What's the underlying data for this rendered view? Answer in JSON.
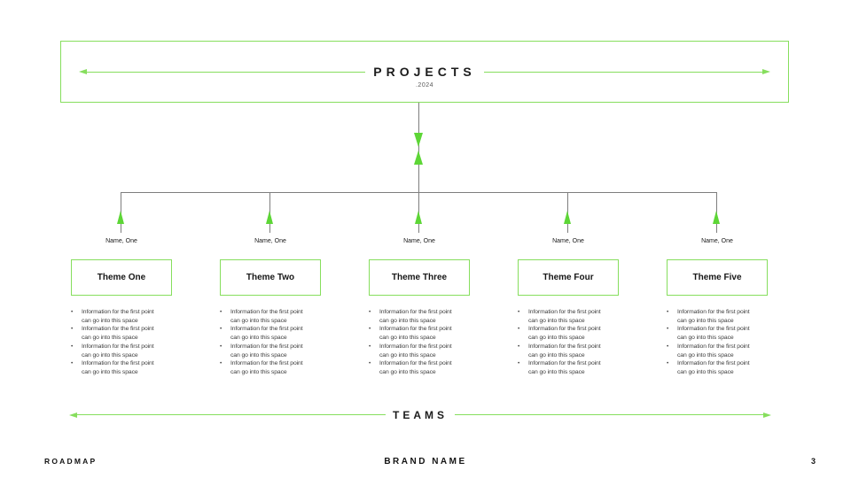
{
  "colors": {
    "accent_green": "#86DE5D",
    "arrowhead_green": "#5DD636",
    "connector_gray": "#7E7E7E"
  },
  "header": {
    "title": "PROJECTS",
    "subtitle": ".2024"
  },
  "columns": [
    {
      "name_label": "Name, One",
      "theme": "Theme One",
      "bullets": [
        {
          "line1": "Information for the first point",
          "line2": "can go into this space"
        },
        {
          "line1": "Information for the first point",
          "line2": "can go into this space"
        },
        {
          "line1": "Information for the first point",
          "line2": "can go into this space"
        },
        {
          "line1": "Information for the first point",
          "line2": "can go into this space"
        }
      ]
    },
    {
      "name_label": "Name, One",
      "theme": "Theme Two",
      "bullets": [
        {
          "line1": "Information for the first point",
          "line2": "can go into this space"
        },
        {
          "line1": "Information for the first point",
          "line2": "can go into this space"
        },
        {
          "line1": "Information for the first point",
          "line2": "can go into this space"
        },
        {
          "line1": "Information for the first point",
          "line2": "can go into this space"
        }
      ]
    },
    {
      "name_label": "Name, One",
      "theme": "Theme Three",
      "bullets": [
        {
          "line1": "Information for the first point",
          "line2": "can go into this space"
        },
        {
          "line1": "Information for the first point",
          "line2": "can go into this space"
        },
        {
          "line1": "Information for the first point",
          "line2": "can go into this space"
        },
        {
          "line1": "Information for the first point",
          "line2": "can go into this space"
        }
      ]
    },
    {
      "name_label": "Name, One",
      "theme": "Theme Four",
      "bullets": [
        {
          "line1": "Information for the first point",
          "line2": "can go into this space"
        },
        {
          "line1": "Information for the first point",
          "line2": "can go into this space"
        },
        {
          "line1": "Information for the first point",
          "line2": "can go into this space"
        },
        {
          "line1": "Information for the first point",
          "line2": "can go into this space"
        }
      ]
    },
    {
      "name_label": "Name, One",
      "theme": "Theme Five",
      "bullets": [
        {
          "line1": "Information for the first point",
          "line2": "can go into this space"
        },
        {
          "line1": "Information for the first point",
          "line2": "can go into this space"
        },
        {
          "line1": "Information for the first point",
          "line2": "can go into this space"
        },
        {
          "line1": "Information for the first point",
          "line2": "can go into this space"
        }
      ]
    }
  ],
  "teams": {
    "label": "TEAMS"
  },
  "footer": {
    "left_label": "ROADMAP",
    "center_label": "BRAND NAME",
    "page_number": "3"
  }
}
